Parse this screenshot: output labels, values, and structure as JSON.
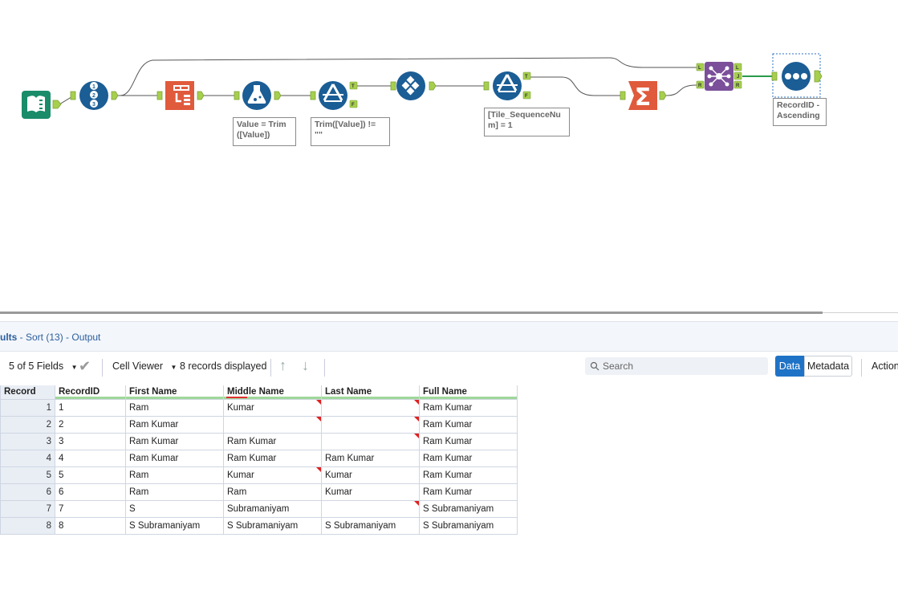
{
  "canvas": {
    "annotations": {
      "formula": "Value = Trim\n([Value])",
      "filter1": "Trim([Value])  !=\n\"\"",
      "filter2": "[Tile_SequenceNu\nm] = 1",
      "sort": "RecordID -\nAscending"
    },
    "anchor_labels": {
      "true": "T",
      "false": "F",
      "left": "L",
      "right": "R",
      "join": "J"
    },
    "record_id_digits": [
      "1",
      "2",
      "3"
    ],
    "summarize_symbol": "Σ",
    "colors": {
      "input": "#1a8c6a",
      "prep": "#1b5d95",
      "parse": "#e05a3c",
      "join": "#7b4f9a",
      "anchor": "#a6cf4e",
      "wire": "#555555",
      "selected_wire": "#2a9a4a"
    }
  },
  "results": {
    "title_prefix": "ults",
    "title_suffix": " - Sort (13) - Output",
    "toolbar": {
      "fields": "5 of 5 Fields",
      "cell_viewer": "Cell Viewer",
      "records_displayed": "8 records displayed",
      "search_placeholder": "Search",
      "data_button": "Data",
      "metadata_button": "Metadata",
      "actions": "Action"
    },
    "columns": [
      "Record",
      "RecordID",
      "First Name",
      "Middle Name",
      "Last Name",
      "Full Name"
    ],
    "rows": [
      {
        "record": "1",
        "cells": [
          "1",
          "Ram",
          "Kumar",
          "",
          "Ram Kumar"
        ],
        "flags": [
          false,
          false,
          true,
          true,
          false
        ]
      },
      {
        "record": "2",
        "cells": [
          "2",
          "Ram Kumar",
          "",
          "",
          "Ram Kumar"
        ],
        "flags": [
          false,
          false,
          true,
          true,
          false
        ]
      },
      {
        "record": "3",
        "cells": [
          "3",
          "Ram Kumar",
          "Ram Kumar",
          "",
          "Ram Kumar"
        ],
        "flags": [
          false,
          false,
          false,
          true,
          false
        ]
      },
      {
        "record": "4",
        "cells": [
          "4",
          "Ram Kumar",
          "Ram Kumar",
          "Ram Kumar",
          "Ram Kumar"
        ],
        "flags": [
          false,
          false,
          false,
          false,
          false
        ]
      },
      {
        "record": "5",
        "cells": [
          "5",
          "Ram",
          "Kumar",
          "Kumar",
          "Ram Kumar"
        ],
        "flags": [
          false,
          false,
          true,
          false,
          false
        ]
      },
      {
        "record": "6",
        "cells": [
          "6",
          "Ram",
          "Ram",
          "Kumar",
          "Ram Kumar"
        ],
        "flags": [
          false,
          false,
          false,
          false,
          false
        ]
      },
      {
        "record": "7",
        "cells": [
          "7",
          "S",
          "Subramaniyam",
          "",
          "S Subramaniyam"
        ],
        "flags": [
          false,
          false,
          false,
          true,
          false
        ]
      },
      {
        "record": "8",
        "cells": [
          "8",
          "S Subramaniyam",
          "S Subramaniyam",
          "S Subramaniyam",
          "S Subramaniyam"
        ],
        "flags": [
          false,
          false,
          false,
          false,
          false
        ]
      }
    ]
  }
}
